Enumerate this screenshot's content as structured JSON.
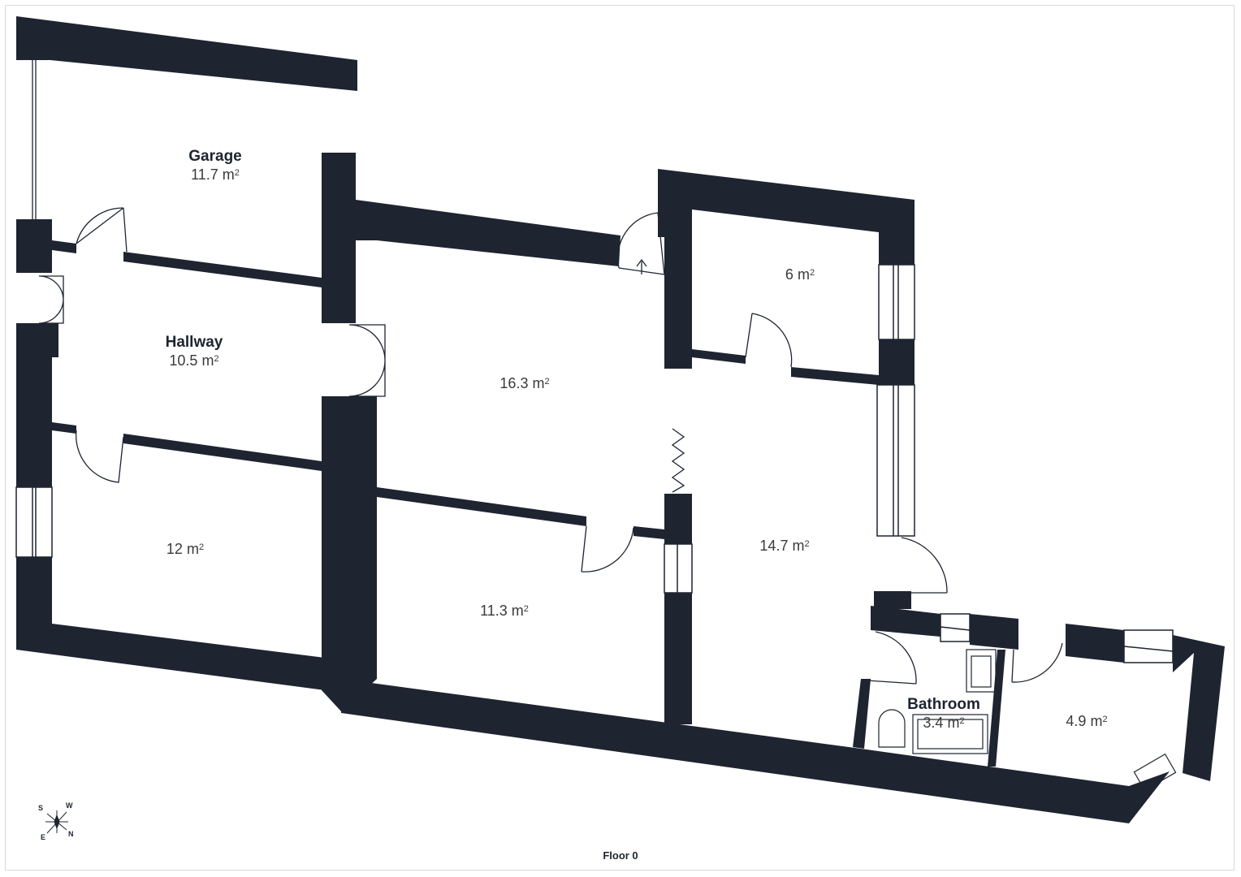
{
  "rooms": {
    "garage": {
      "name": "Garage",
      "area": "11.7 m",
      "unit_sup": "2"
    },
    "hallway": {
      "name": "Hallway",
      "area": "10.5 m",
      "unit_sup": "2"
    },
    "room_16_3": {
      "area": "16.3 m",
      "unit_sup": "2"
    },
    "room_6": {
      "area": "6 m",
      "unit_sup": "2"
    },
    "room_12": {
      "area": "12 m",
      "unit_sup": "2"
    },
    "room_11_3": {
      "area": "11.3 m",
      "unit_sup": "2"
    },
    "room_14_7": {
      "area": "14.7 m",
      "unit_sup": "2"
    },
    "bathroom": {
      "name": "Bathroom",
      "area": "3.4 m",
      "unit_sup": "2"
    },
    "room_4_9": {
      "area": "4.9 m",
      "unit_sup": "2"
    }
  },
  "compass": {
    "s": "S",
    "w": "W",
    "e": "E",
    "n": "N"
  },
  "floor_label": "Floor 0",
  "colors": {
    "wall": "#1e2430",
    "thin_line": "#1e2430",
    "background": "#ffffff"
  }
}
